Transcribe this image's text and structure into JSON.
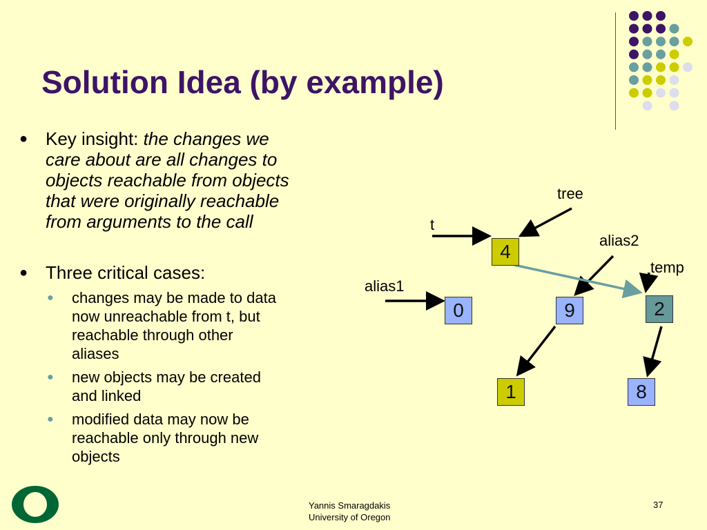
{
  "slide": {
    "title": "Solution Idea (by example)",
    "bullets": {
      "key_insight_label": "Key insight: ",
      "key_insight_lines": [
        "the changes we",
        "care about are all changes to",
        "objects reachable from objects",
        "that were originally reachable",
        "from arguments to the call"
      ],
      "cases_label": "Three critical cases:",
      "sub_items": [
        [
          "changes may be made to data",
          "now unreachable from t, but",
          "reachable through other",
          "aliases"
        ],
        [
          "new objects may be created",
          "and linked"
        ],
        [
          "modified data may now be",
          "reachable only through new",
          "objects"
        ]
      ]
    },
    "diagram": {
      "labels": {
        "tree": "tree",
        "t": "t",
        "alias2": "alias2",
        "temp": "temp",
        "alias1": "alias1"
      },
      "nodes": [
        {
          "id": "n4",
          "value": "4",
          "color": "#cccc00"
        },
        {
          "id": "n0",
          "value": "0",
          "color": "#99b3ff"
        },
        {
          "id": "n9",
          "value": "9",
          "color": "#99b3ff"
        },
        {
          "id": "n2",
          "value": "2",
          "color": "#669999"
        },
        {
          "id": "n1",
          "value": "1",
          "color": "#cccc00"
        },
        {
          "id": "n8",
          "value": "8",
          "color": "#99b3ff"
        }
      ]
    },
    "footer": {
      "author": "Yannis Smaragdakis",
      "affiliation": "University of Oregon"
    },
    "page_number": "37",
    "colors": {
      "title": "#3d1466",
      "background": "#ffffcc",
      "purple": "#3d1466",
      "teal": "#6a9fa0",
      "yellow": "#cccc00",
      "lavender": "#ddddee",
      "logo_green": "#006633"
    }
  }
}
